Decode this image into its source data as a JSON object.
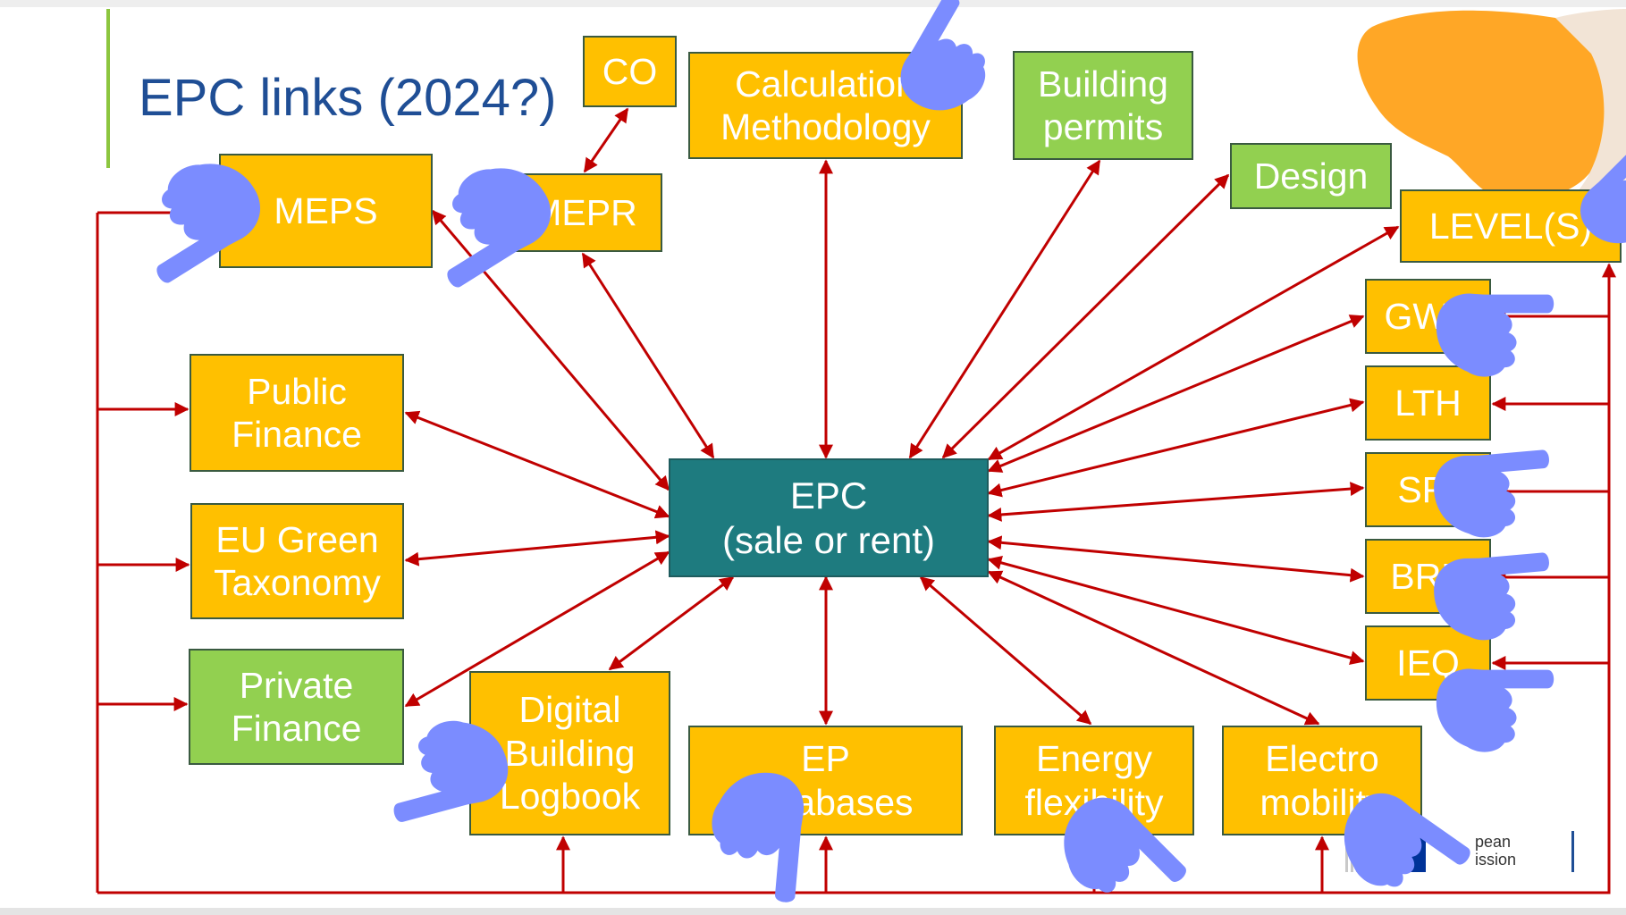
{
  "slide": {
    "title": "EPC links (2024?)"
  },
  "boxes": {
    "co": "CO",
    "calculation_methodology": "Calculation\nMethodology",
    "building_permits": "Building\npermits",
    "design": "Design",
    "meps": "MEPS",
    "mepr": "MEPR",
    "levels": "LEVEL(S)",
    "gwp": "GWP",
    "lth": "LTH",
    "sri": "SRI",
    "brp": "BRP",
    "ieq": "IEQ",
    "public_finance": "Public\nFinance",
    "eu_green_taxonomy": "EU Green\nTaxonomy",
    "private_finance": "Private\nFinance",
    "epc": "EPC\n(sale or rent)",
    "digital_building_logbook": "Digital\nBuilding\nLogbook",
    "ep_databases": "EP\nDatabases",
    "energy_flexibility": "Energy\nflexibility",
    "electro_mobility": "Electro\nmobility"
  },
  "logo": {
    "text": "pean\nission"
  },
  "colors": {
    "title": "#1f4e95",
    "box_yellow": "#ffc000",
    "box_green": "#92d050",
    "box_center": "#1e7b7f",
    "arrow": "#c00000",
    "pointer_annotation": "#7b8cff",
    "orange_blob": "#ffa726",
    "eu_flag": "#003399"
  },
  "icons": {
    "pointer": "pointing-hand-icon",
    "flag": "eu-flag-icon"
  }
}
